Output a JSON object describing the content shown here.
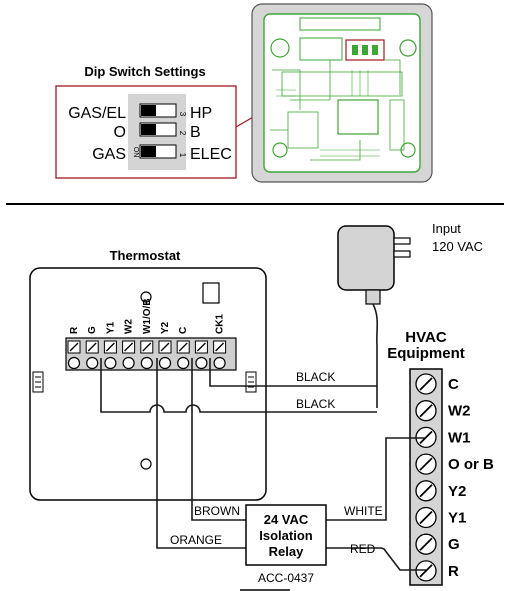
{
  "dip_panel": {
    "title": "Dip Switch Settings",
    "rows": [
      {
        "left": "GAS/EL",
        "number": "3",
        "right": "HP"
      },
      {
        "left": "O",
        "number": "2",
        "right": "B"
      },
      {
        "left": "GAS",
        "number": "1",
        "right": "ELEC"
      }
    ],
    "on_label": "ON"
  },
  "thermostat": {
    "title": "Thermostat",
    "terminals": [
      "R",
      "G",
      "Y1",
      "W2",
      "W1/O/B",
      "Y2",
      "C",
      "",
      "CK1"
    ]
  },
  "input": {
    "line1": "Input",
    "line2": "120 VAC"
  },
  "wires": {
    "black_top": "BLACK",
    "black_bottom": "BLACK",
    "brown": "BROWN",
    "orange": "ORANGE",
    "white": "WHITE",
    "red": "RED"
  },
  "relay": {
    "line1": "24 VAC",
    "line2": "Isolation",
    "line3": "Relay",
    "part": "ACC-0437"
  },
  "hvac": {
    "title_line1": "HVAC",
    "title_line2": "Equipment",
    "terminals": [
      "C",
      "W2",
      "W1",
      "O or B",
      "Y2",
      "Y1",
      "G",
      "R"
    ]
  },
  "colors": {
    "pcb_green": "#3fa535",
    "callout_red": "#a01820",
    "board_grey": "#d6d6d6"
  }
}
